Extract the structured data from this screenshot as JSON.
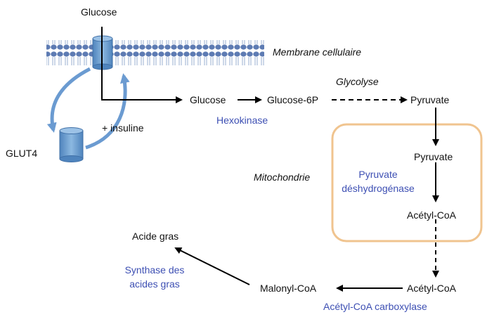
{
  "labels": {
    "glucose_top": "Glucose",
    "membrane": "Membrane cellulaire",
    "glycolyse": "Glycolyse",
    "glucose": "Glucose",
    "glucose6p": "Glucose-6P",
    "pyruvate_cyto": "Pyruvate",
    "hexokinase": "Hexokinase",
    "insuline": "+ insuline",
    "glut4": "GLUT4",
    "mitochondrie": "Mitochondrie",
    "pyruvate_mito": "Pyruvate",
    "pdh_line1": "Pyruvate",
    "pdh_line2": "déshydrogénase",
    "acetylcoa_mito": "Acétyl-CoA",
    "acide_gras": "Acide gras",
    "synthase_line1": "Synthase des",
    "synthase_line2": "acides gras",
    "malonylcoa": "Malonyl-CoA",
    "acetylcoa_cyto": "Acétyl-CoA",
    "acc": "Acétyl-CoA carboxylase"
  },
  "colors": {
    "enzyme_text": "#3d4fb3",
    "membrane_head": "#5d7bb3",
    "transporter": "#5f93c8",
    "mitochondria_border": "#f0c48f",
    "arrow": "#000000"
  }
}
